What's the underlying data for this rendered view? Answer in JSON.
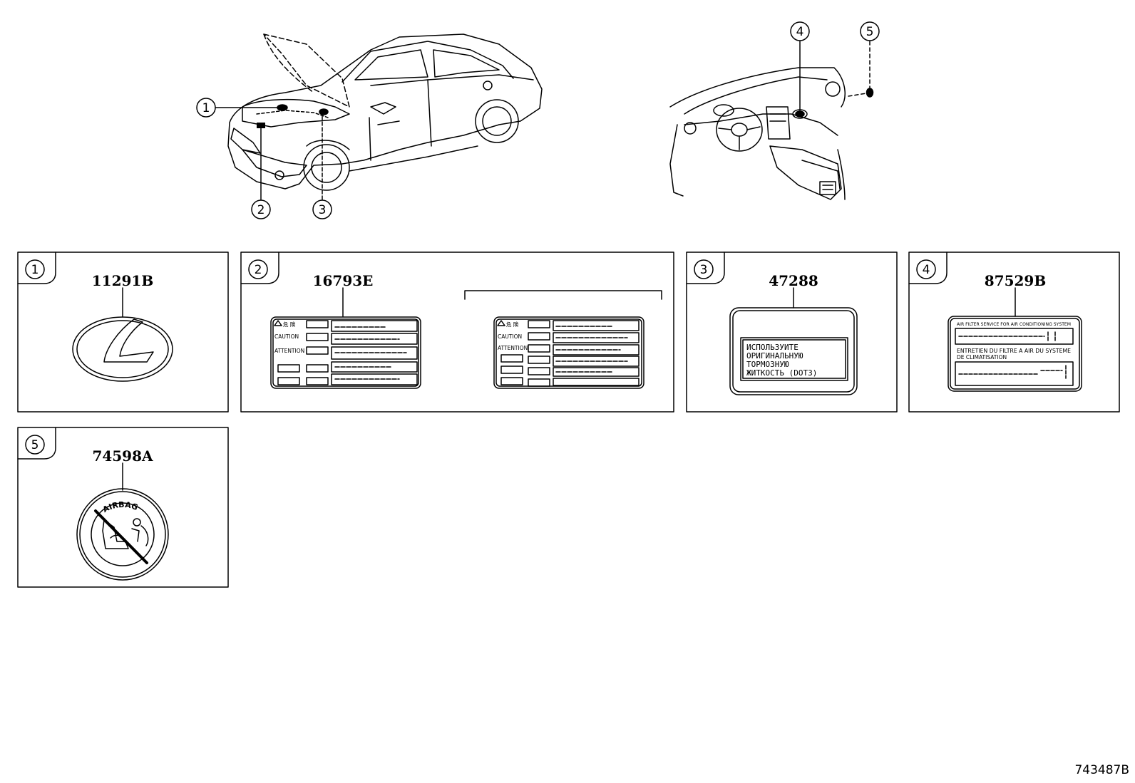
{
  "overview": {
    "car_callouts": [
      "1",
      "2",
      "3"
    ],
    "cabin_callouts": [
      "4",
      "5"
    ]
  },
  "panels": [
    {
      "callout": "1",
      "part_number": "11291B"
    },
    {
      "callout": "2",
      "part_number": "16793E",
      "label_texts": {
        "danger": "危 険",
        "caution": "CAUTION",
        "attention": "ATTENTION"
      }
    },
    {
      "callout": "3",
      "part_number": "47288",
      "label_lines": [
        "ИСПОЛЬЗУИТЕ",
        "ОРИГИНАЛЬНУЮ",
        "ТОРМОЗНУЮ",
        "ЖИТКОСТЬ (DOT3)"
      ]
    },
    {
      "callout": "4",
      "part_number": "87529B",
      "label_lines": [
        "AIR FILTER SERVICE FOR AIR CONDITIONING SYSTEM",
        "ENTRETIEN DU FILTRE A AIR DU SYSTEME",
        "DE CLIMATISATION"
      ]
    },
    {
      "callout": "5",
      "part_number": "74598A",
      "ring_text": "AIRBAG"
    }
  ],
  "figure_id": "743487B",
  "icons": [
    "lexus-emblem-icon",
    "airbag-warning-icon",
    "child-seat-icon"
  ]
}
